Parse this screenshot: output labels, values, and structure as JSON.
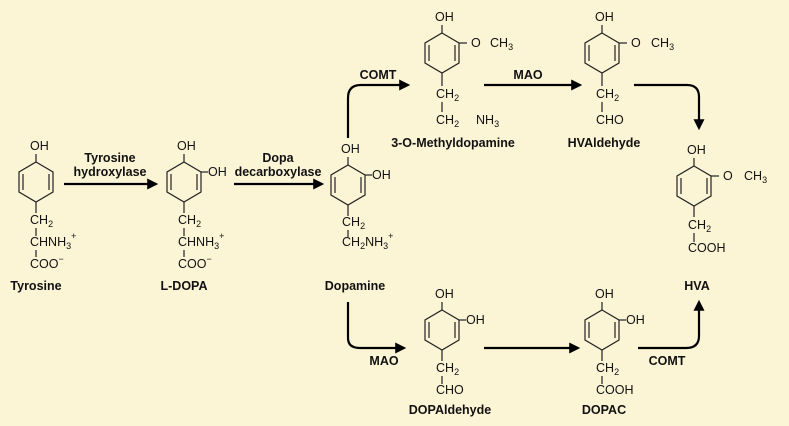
{
  "background_color": "#fbf5d6",
  "atoms": {
    "oh": "OH",
    "o": "O",
    "ch3_main": "CH",
    "ch3_sub": "3",
    "ch2_main": "CH",
    "ch2_sub": "2",
    "chnh3_main": "CHNH",
    "chnh3_sub": "3",
    "plus": "+",
    "coo": "COO",
    "minus": "−",
    "nh3_main": "NH",
    "nh3_sub": "3",
    "ch2nh3_main": "CH",
    "ch2nh3_mid": "NH",
    "cho": "CHO",
    "cooh": "COOH"
  },
  "compounds": {
    "tyrosine": "Tyrosine",
    "ldopa": "L-DOPA",
    "dopamine": "Dopamine",
    "methyldopamine": "3-O-Methyldopamine",
    "hvaldehyde": "HVAldehyde",
    "hva": "HVA",
    "dopaldehyde": "DOPAldehyde",
    "dopac": "DOPAC"
  },
  "enzymes": {
    "tyrosine_hydroxylase_line1": "Tyrosine",
    "tyrosine_hydroxylase_line2": "hydroxylase",
    "dopa_decarboxylase_line1": "Dopa",
    "dopa_decarboxylase_line2": "decarboxylase",
    "comt_top": "COMT",
    "mao_top": "MAO",
    "mao_bottom": "MAO",
    "comt_bottom": "COMT"
  }
}
